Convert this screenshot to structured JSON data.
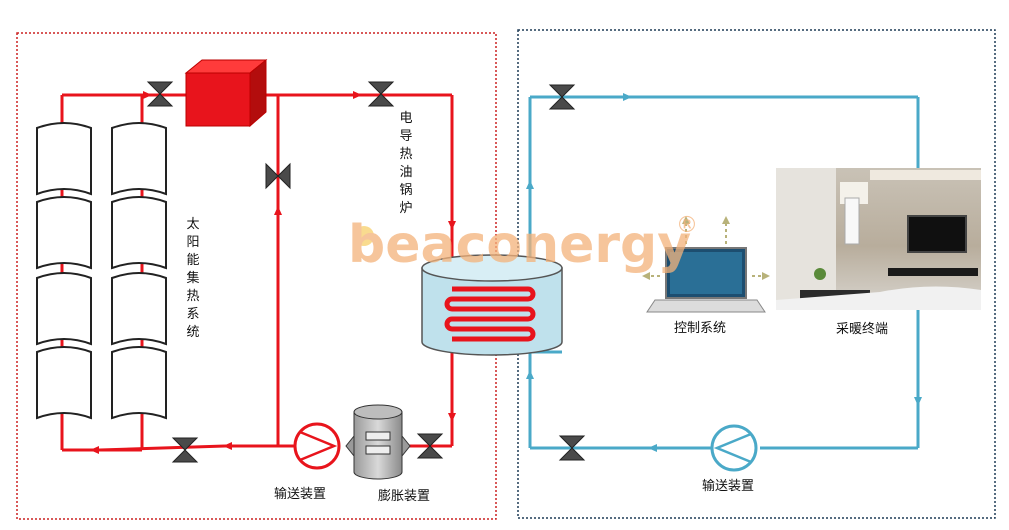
{
  "labels": {
    "solar_collector": "太阳能集热系统",
    "electric_boiler": "电导热油锅炉",
    "pump_left": "输送装置",
    "expansion": "膨胀装置",
    "control": "控制系统",
    "heating_terminal": "采暖终端",
    "pump_right": "输送装置"
  },
  "watermark": {
    "brand": "beaconergy",
    "mark": "®"
  },
  "colors": {
    "hot_loop": "#e8141c",
    "heating_loop": "#4aa9c8",
    "left_border": "#cc2222",
    "right_border": "#1f3b57",
    "collector_fill": "#ffffff",
    "tank_fill": "#bfe1ec",
    "valve": "#333333",
    "watermark": "#f4b27a"
  },
  "icons": [
    "valve-icon",
    "pump-icon",
    "expansion-tank-icon",
    "laptop-icon",
    "heat-exchanger-icon",
    "boiler-icon"
  ]
}
